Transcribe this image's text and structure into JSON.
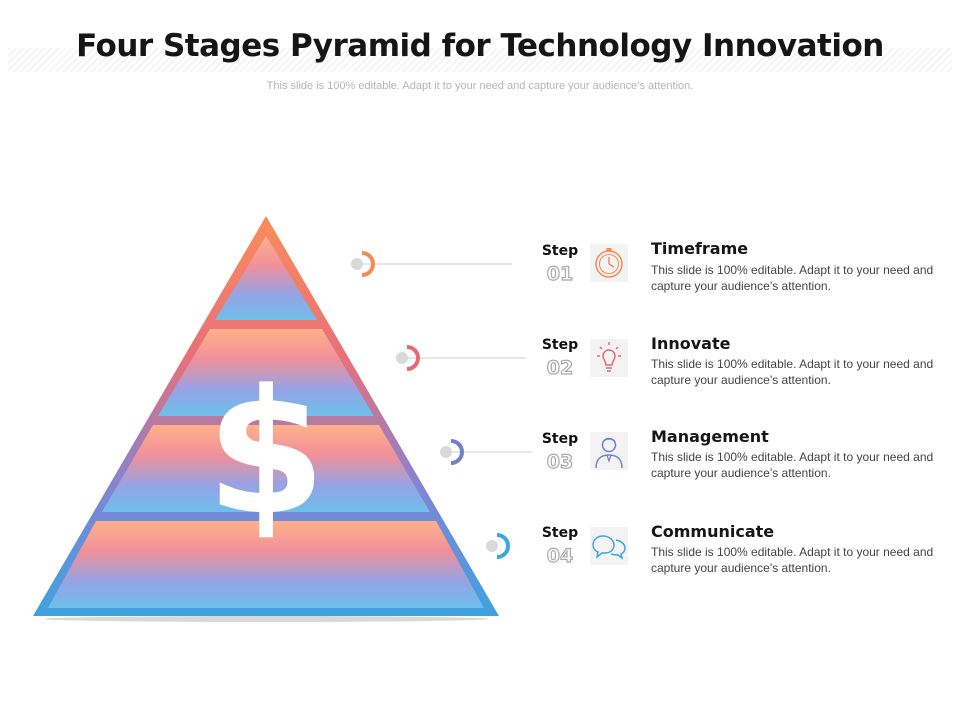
{
  "header": {
    "title": "Four Stages Pyramid for Technology Innovation",
    "subtitle": "This slide is 100% editable. Adapt it to your need and capture your audience’s attention."
  },
  "pyramid": {
    "symbol": "$",
    "symbol_icon": "dollar-sign-icon",
    "gradient_colors": [
      "#f98d5a",
      "#e8707a",
      "#7d86d6",
      "#3fa2e0"
    ]
  },
  "steps": [
    {
      "label": "Step",
      "number": "01",
      "title": "Timeframe",
      "description": "This slide is 100% editable.  Adapt it to your need and capture your audience’s attention.",
      "icon": "clock-icon",
      "color": "#f58b57"
    },
    {
      "label": "Step",
      "number": "02",
      "title": "Innovate",
      "description": "This slide is 100% editable.  Adapt it to your need and capture your audience’s attention.",
      "icon": "lightbulb-icon",
      "color": "#e56b73"
    },
    {
      "label": "Step",
      "number": "03",
      "title": "Management",
      "description": "This slide is 100% editable.  Adapt it to your need and capture your audience’s attention.",
      "icon": "manager-icon",
      "color": "#6f80d3"
    },
    {
      "label": "Step",
      "number": "04",
      "title": "Communicate",
      "description": "This slide is 100% editable.  Adapt it to your need and capture your audience’s attention.",
      "icon": "chat-bubbles-icon",
      "color": "#3ea6de"
    }
  ]
}
